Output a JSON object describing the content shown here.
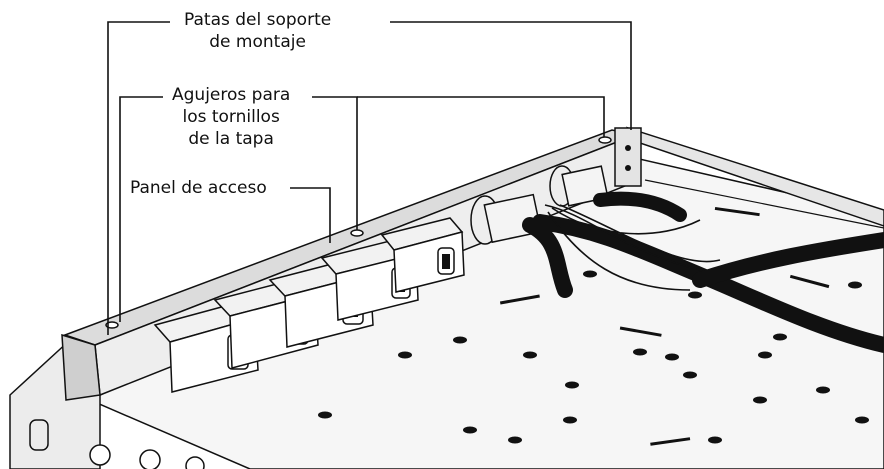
{
  "callouts": {
    "mount_legs": {
      "line1": "Patas del soporte",
      "line2": "de montaje"
    },
    "screw_holes": {
      "line1": "Agujeros para",
      "line2": "los tornillos",
      "line3": "de la tapa"
    },
    "access_panel": {
      "line1": "Panel de acceso"
    }
  },
  "colors": {
    "line": "#111111",
    "panel_face": "#e8e8e8",
    "chassis": "#f4f4f4",
    "cable": "#111111",
    "module_face": "#ffffff"
  }
}
